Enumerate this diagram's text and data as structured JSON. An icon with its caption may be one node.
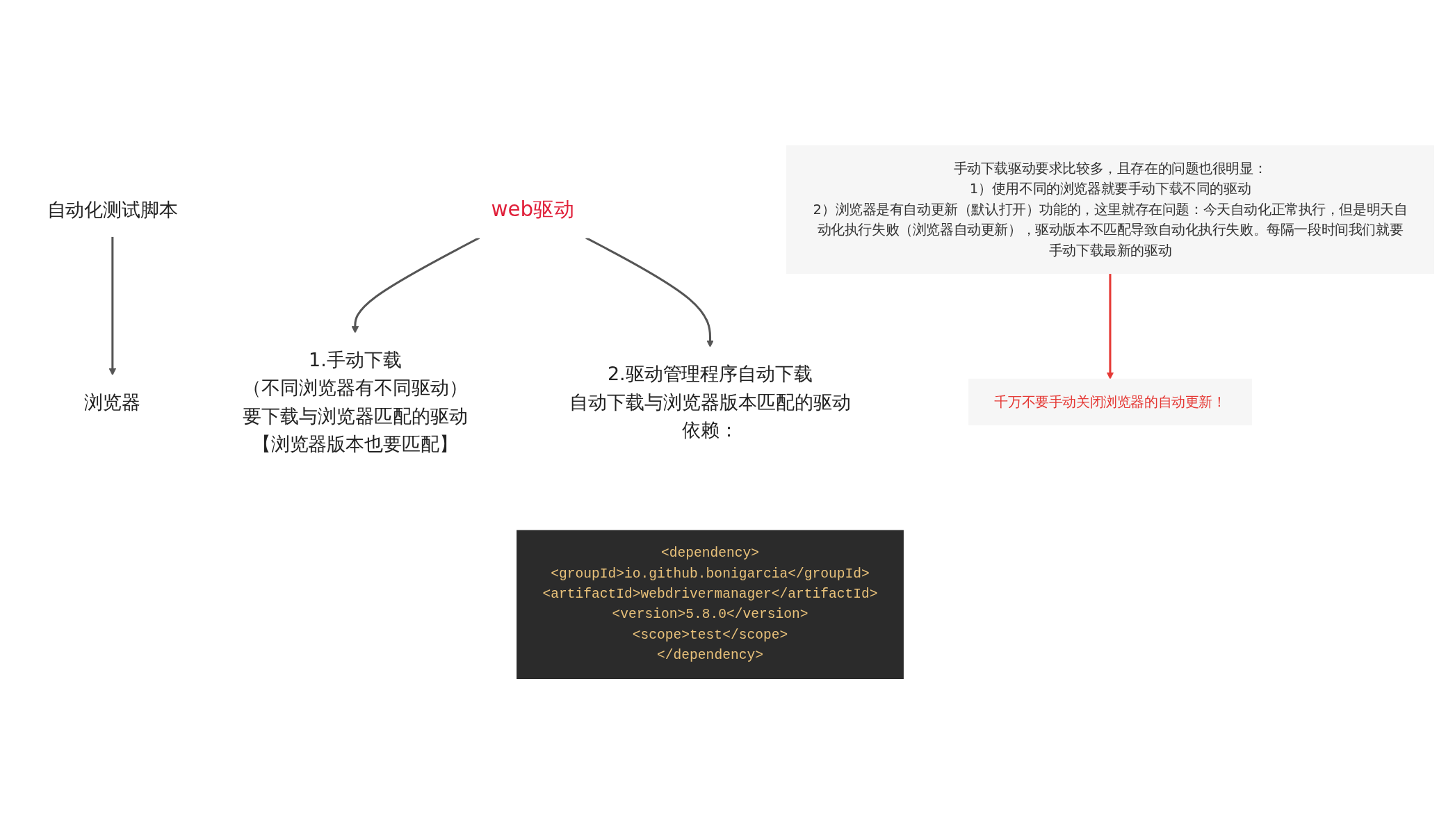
{
  "diagram": {
    "nodes": [
      {
        "text": [
          "自动化测试脚本"
        ]
      },
      {
        "text": [
          "浏览器"
        ]
      },
      {
        "text": [
          "web驱动"
        ]
      },
      {
        "text": [
          "1.手动下载",
          "（不同浏览器有不同驱动）",
          "要下载与浏览器匹配的驱动",
          "【浏览器版本也要匹配】"
        ]
      },
      {
        "text": [
          "2.驱动管理程序自动下载",
          "自动下载与浏览器版本匹配的驱动",
          "依赖："
        ]
      },
      {
        "text": [
          "<dependency>",
          "<groupId>io.github.bonigarcia</groupId>",
          "<artifactId>webdrivermanager</artifactId>",
          "<version>5.8.0</version>",
          "<scope>test</scope>",
          "</dependency>"
        ]
      },
      {
        "text": [
          "手动下载驱动要求比较多，且存在的问题也很明显：",
          "1）使用不同的浏览器就要手动下载不同的驱动",
          "2）浏览器是有自动更新（默认打开）功能的，这里就存在问题：今天自动化正常执行，但是明天自动化执行失败（浏览器自动更新），驱动版本不匹配导致自动化执行失败。每隔一段时间我们就要手动下载最新的驱动"
        ]
      },
      {
        "text": [
          "千万不要手动关闭浏览器的自动更新！"
        ]
      }
    ],
    "edges": [
      {
        "from": 0,
        "to": 1,
        "arrow": "to"
      },
      {
        "from": 2,
        "to": 3,
        "arrow": "to"
      },
      {
        "from": 2,
        "to": 4,
        "arrow": "to"
      },
      {
        "from": 6,
        "to": 7,
        "arrow": "to",
        "color": "#e53935"
      }
    ]
  }
}
